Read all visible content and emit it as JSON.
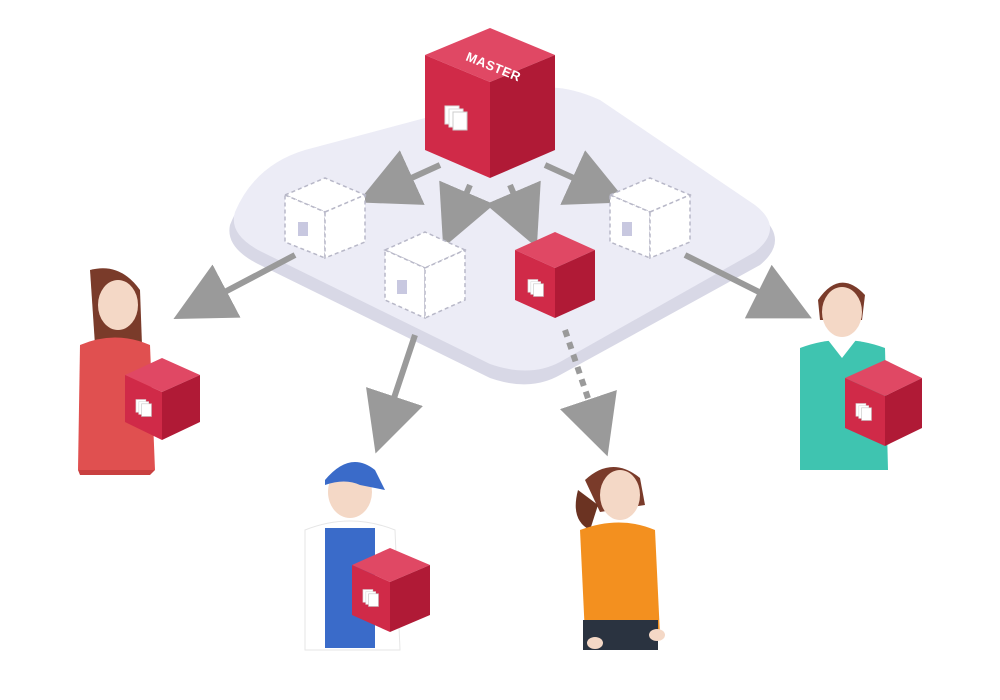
{
  "master": {
    "label": "MASTER"
  },
  "colors": {
    "cube_front": "#c8213f",
    "cube_side": "#b01a36",
    "cube_top": "#e04864",
    "platform": "#ececf6",
    "arrow": "#9a9a9a",
    "dashed_cube": "#b8b8c8"
  },
  "icons": [
    "document-stack-icon"
  ],
  "nodes": [
    {
      "id": "master",
      "kind": "cube-solid"
    },
    {
      "id": "replica-1",
      "kind": "cube-dashed"
    },
    {
      "id": "replica-2",
      "kind": "cube-dashed"
    },
    {
      "id": "replica-3",
      "kind": "cube-solid"
    },
    {
      "id": "replica-4",
      "kind": "cube-dashed"
    },
    {
      "id": "person-woman-red",
      "kind": "person-holding-cube"
    },
    {
      "id": "person-worker-cap",
      "kind": "person-holding-cube"
    },
    {
      "id": "person-girl-orange",
      "kind": "person-empty-handed"
    },
    {
      "id": "person-man-teal",
      "kind": "person-holding-cube"
    }
  ]
}
